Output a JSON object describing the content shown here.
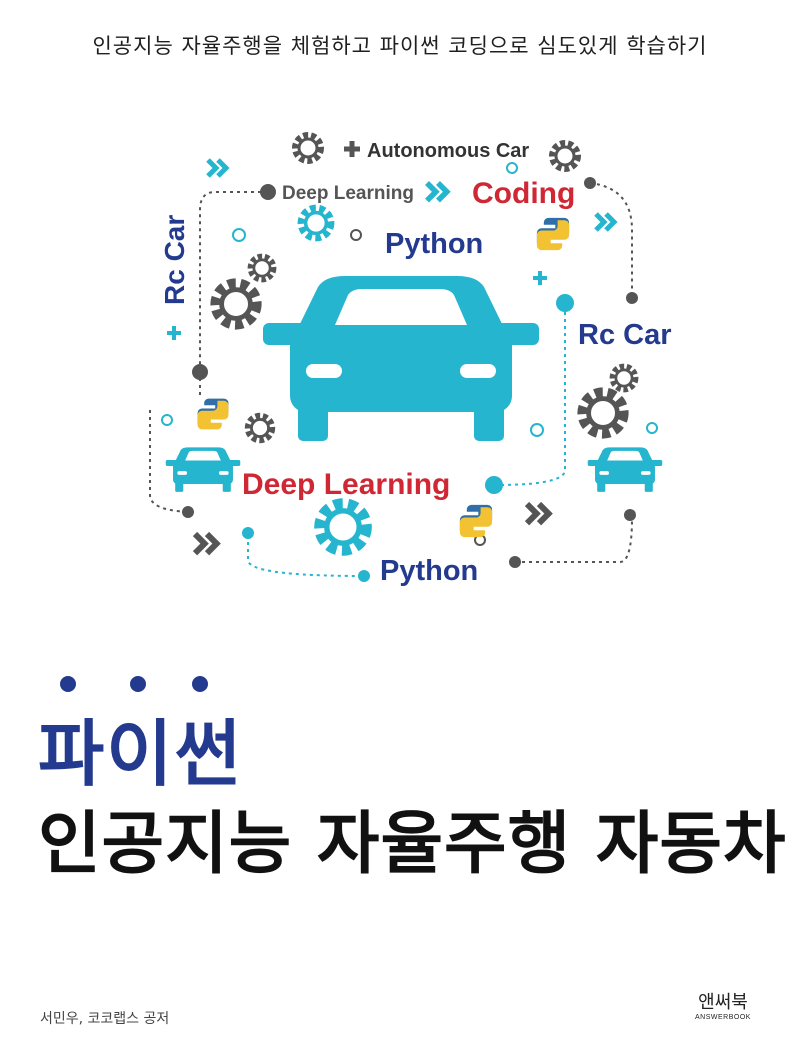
{
  "subtitle": "인공지능 자율주행을 체험하고 파이썬 코딩으로 심도있게 학습하기",
  "illustration": {
    "labels": {
      "autonomous_car": "Autonomous Car",
      "deep_learning_small": "Deep Learning",
      "coding": "Coding",
      "python_top": "Python",
      "rc_car_vertical": "Rc Car",
      "rc_car_right": "Rc Car",
      "deep_learning_big": "Deep Learning",
      "python_bottom": "Python"
    },
    "icons": [
      "gear-icon",
      "car-icon",
      "python-logo-icon",
      "double-chevron-icon",
      "plus-icon"
    ]
  },
  "title": {
    "line1": "파이썬",
    "line2": "인공지능 자율주행 자동차"
  },
  "authors": "서민우, 코코랩스 공저",
  "publisher": {
    "name_ko": "앤써북",
    "name_en": "ANSWERBOOK"
  },
  "colors": {
    "cyan": "#26b5cf",
    "navy": "#233a8e",
    "red": "#cf2733",
    "gray": "#555555",
    "gold": "#f2c232"
  }
}
